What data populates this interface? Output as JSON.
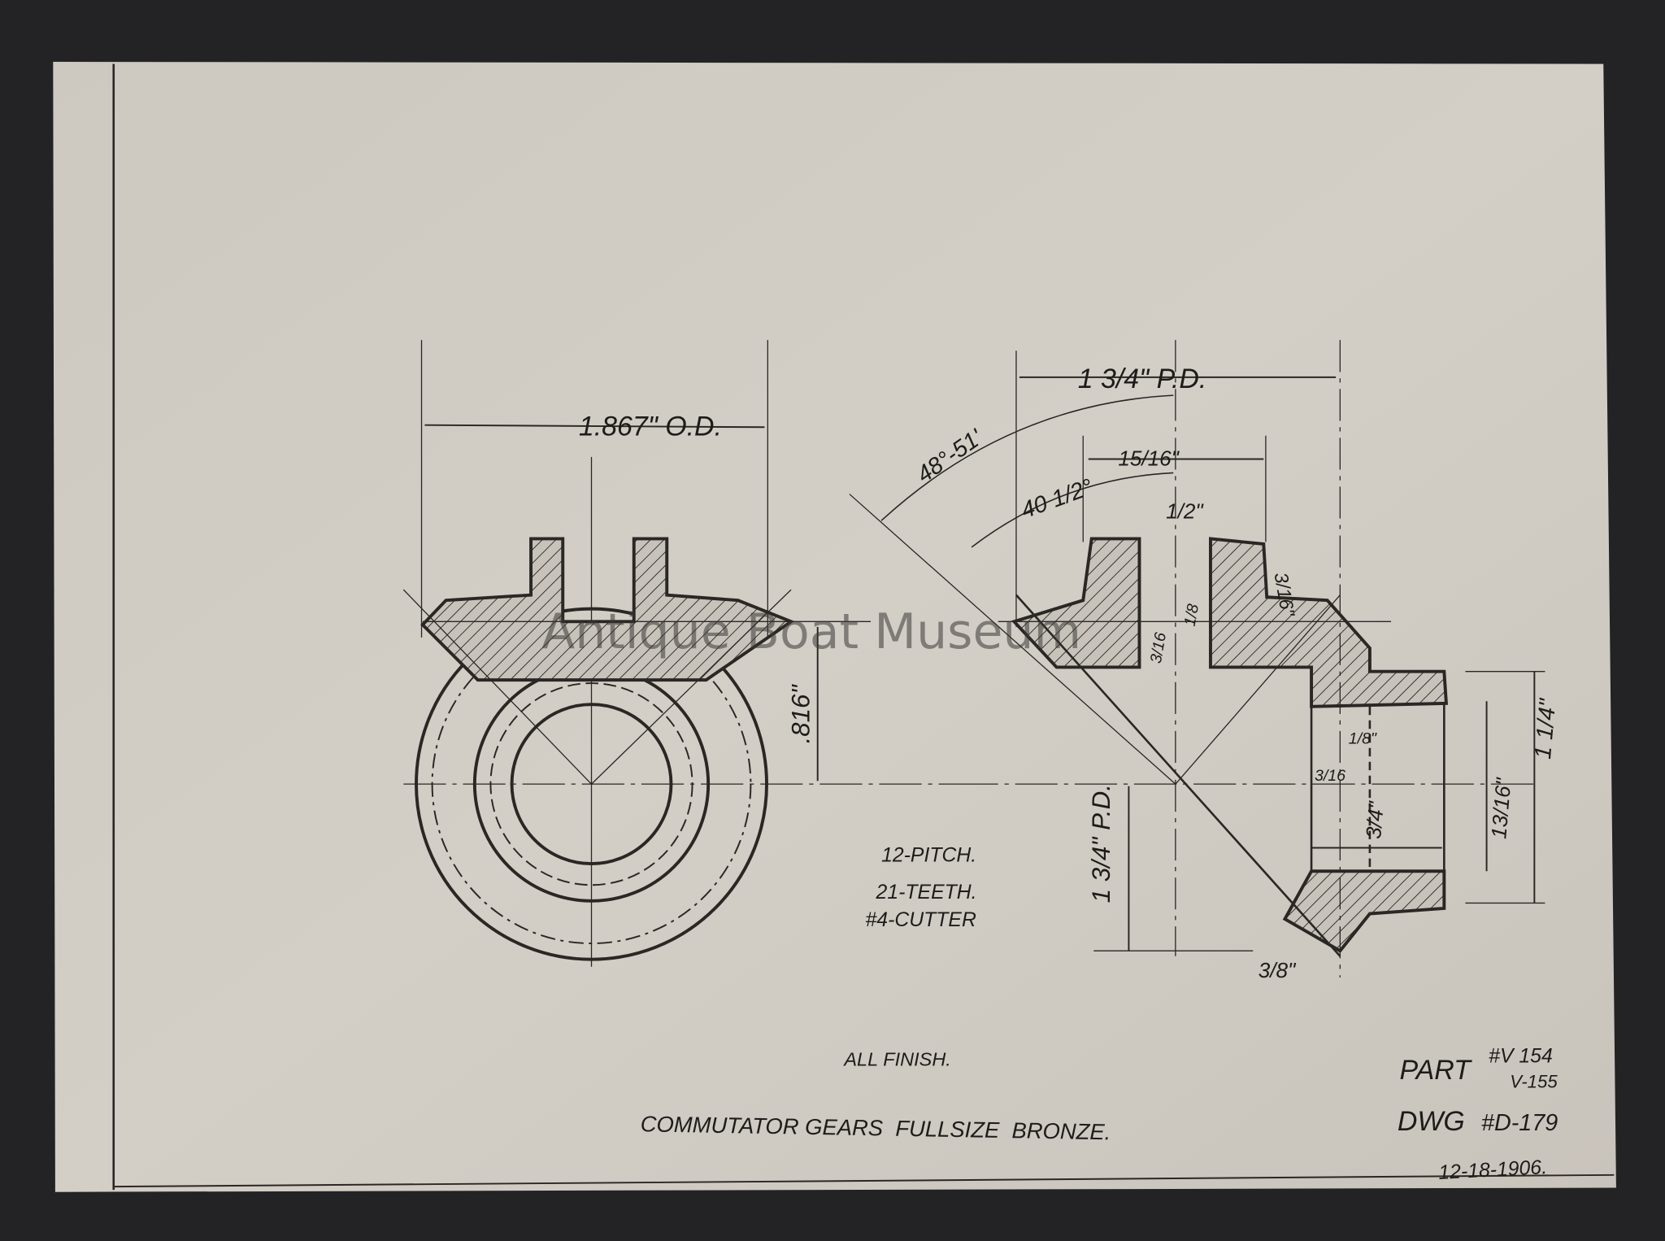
{
  "drawing": {
    "title": "COMMUTATOR GEARS  FULLSIZE  BRONZE.",
    "finish_note": "ALL FINISH.",
    "gear_specs": [
      "12-PITCH.",
      "21-TEETH.",
      "#4-CUTTER"
    ],
    "part_label": "PART",
    "part_numbers": [
      "#V 154",
      "V-155"
    ],
    "dwg_label": "DWG",
    "dwg_number": "#D-179",
    "date": "12-18-1906."
  },
  "dimensions": {
    "outer_diameter": "1.867\" O.D.",
    "pitch_diameter_top": "1 3/4\" P.D.",
    "angle_outer": "48°-51'",
    "angle_inner": "40 1/2°",
    "hub_width": "15/16\"",
    "bore": "1/2\"",
    "hub_height": "3/16\"",
    "flange_eighth": "1/8",
    "flange_sixteenth": "3/16",
    "cone_distance": ".816\"",
    "pitch_diameter_side": "1 3/4\" P.D.",
    "face_width": "3/8\"",
    "side_eighth": "1/8\"",
    "side_sixteenth": "3/16",
    "side_hub": "3/4\"",
    "side_bore": "13/16\"",
    "side_overall": "1 1/4\""
  },
  "watermark": "Antique Boat Museum",
  "colors": {
    "paper": "#cfcbc3",
    "ink": "#2a2724",
    "mount": "#232325"
  }
}
